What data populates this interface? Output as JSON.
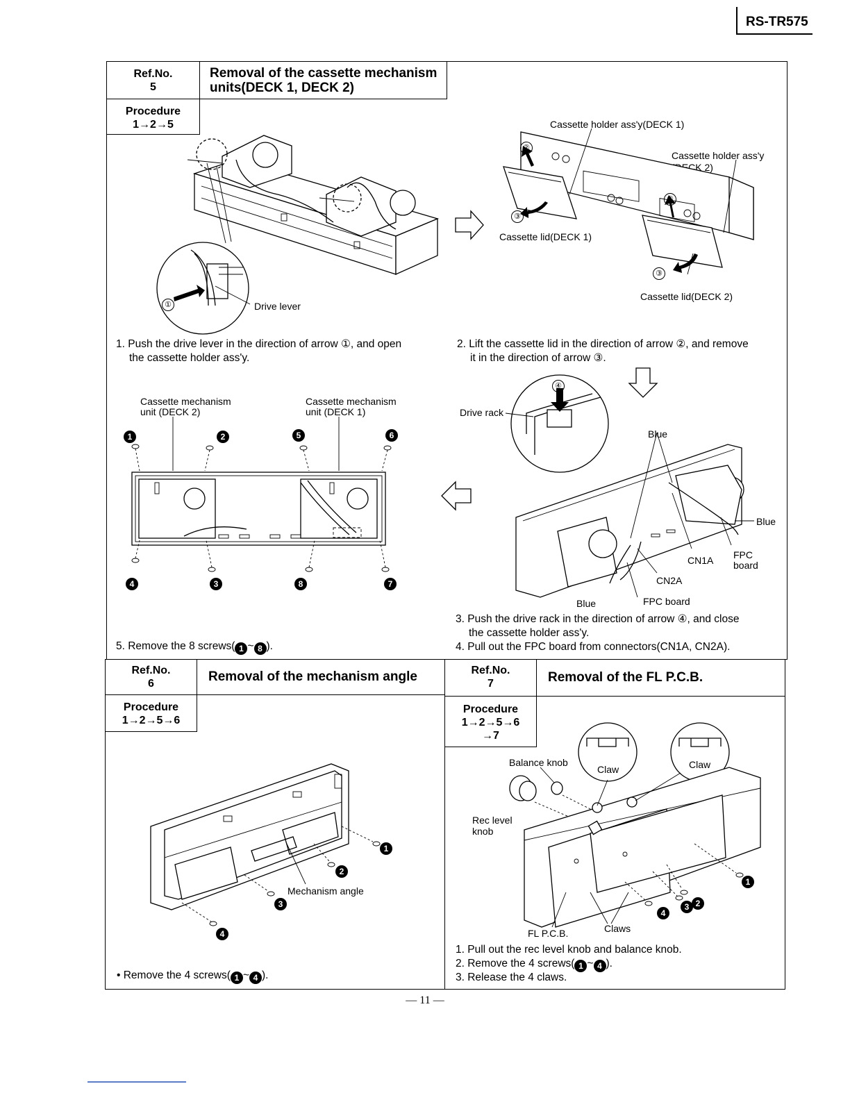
{
  "header": {
    "model": "RS-TR575"
  },
  "sec5": {
    "refno_label": "Ref.No.",
    "refno": "5",
    "title_line1": "Removal of the cassette mechanism",
    "title_line2": "units(DECK 1, DECK 2)",
    "procedure_label": "Procedure",
    "procedure": "1→2→5",
    "fig1": {
      "drive_lever": "Drive lever",
      "arrow_num": "①"
    },
    "fig2": {
      "holder_deck1": "Cassette holder ass'y(DECK 1)",
      "holder_deck2_l1": "Cassette holder ass'y",
      "holder_deck2_l2": "(DECK 2)",
      "lid_deck1": "Cassette lid(DECK 1)",
      "lid_deck2": "Cassette lid(DECK 2)",
      "n2": "②",
      "n3": "③"
    },
    "step1_l1": "1. Push the drive lever in the direction of arrow ①, and open",
    "step1_l2": "the cassette holder ass'y.",
    "step2_l1": "2. Lift the cassette lid in the direction of arrow ②, and remove",
    "step2_l2": "it in the direction of arrow ③.",
    "fig3": {
      "mech2_l1": "Cassette mechanism",
      "mech2_l2": "unit (DECK 2)",
      "mech1_l1": "Cassette mechanism",
      "mech1_l2": "unit (DECK 1)",
      "s1": "1",
      "s2": "2",
      "s3": "3",
      "s4": "4",
      "s5": "5",
      "s6": "6",
      "s7": "7",
      "s8": "8"
    },
    "fig4": {
      "drive_rack": "Drive rack",
      "n4": "④",
      "blue_top": "Blue",
      "blue_right": "Blue",
      "blue_bottom": "Blue",
      "fpc_board_l1": "FPC",
      "fpc_board_l2": "board",
      "cn1a": "CN1A",
      "cn2a": "CN2A",
      "fpc_board": "FPC board"
    },
    "step5": "5. Remove the 8 screws(",
    "step5_a": "1",
    "step5_tilde": "~",
    "step5_b": "8",
    "step5_end": ").",
    "step3_l1": "3. Push the drive rack in the direction of arrow ④, and close",
    "step3_l2": "the cassette holder ass'y.",
    "step4": "4. Pull out the FPC board from connectors(CN1A, CN2A)."
  },
  "sec6": {
    "refno_label": "Ref.No.",
    "refno": "6",
    "title": "Removal of the mechanism angle",
    "procedure_label": "Procedure",
    "procedure": "1→2→5→6",
    "mech_angle": "Mechanism angle",
    "s1": "1",
    "s2": "2",
    "s3": "3",
    "s4": "4",
    "bullet": "• Remove the 4 screws(",
    "bullet_a": "1",
    "bullet_tilde": "~",
    "bullet_b": "4",
    "bullet_end": ")."
  },
  "sec7": {
    "refno_label": "Ref.No.",
    "refno": "7",
    "title": "Removal of the FL P.C.B.",
    "procedure_label": "Procedure",
    "procedure_l1": "1→2→5→6",
    "procedure_l2": "→7",
    "balance_knob": "Balance knob",
    "rec_level_l1": "Rec level",
    "rec_level_l2": "knob",
    "claw1": "Claw",
    "claw2": "Claw",
    "fl_pcb": "FL P.C.B.",
    "claws": "Claws",
    "s1": "1",
    "s2": "2",
    "s3": "3",
    "s4": "4",
    "step1": "1. Pull out the rec level knob and balance knob.",
    "step2": "2. Remove the 4 screws(",
    "step2_a": "1",
    "step2_tilde": "~",
    "step2_b": "4",
    "step2_end": ").",
    "step3": "3. Release the 4 claws."
  },
  "footer": {
    "page": "— 11 —"
  }
}
